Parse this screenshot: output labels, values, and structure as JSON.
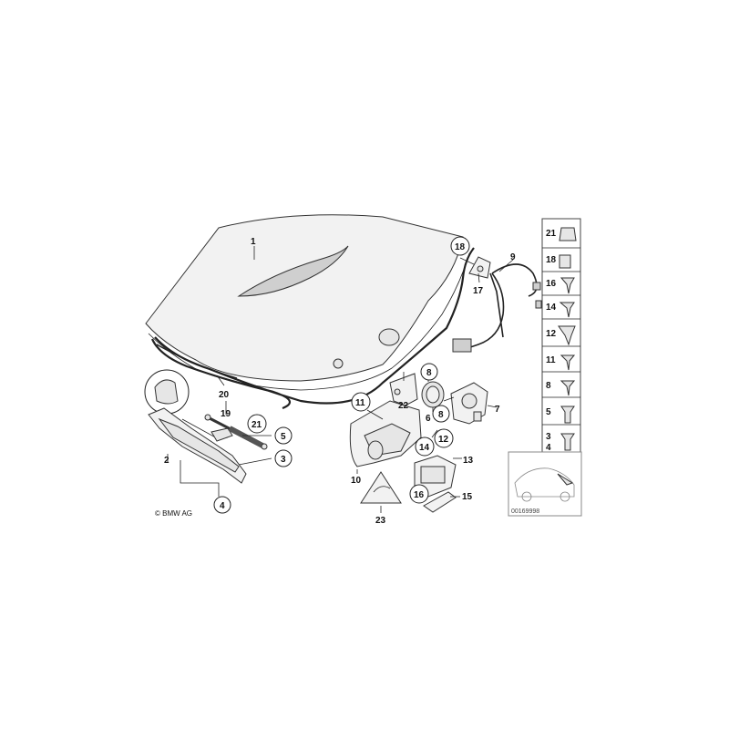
{
  "callouts": {
    "c1": "1",
    "c2": "2",
    "c3": "3",
    "c4": "4",
    "c5": "5",
    "c6": "6",
    "c7": "7",
    "c8a": "8",
    "c8b": "8",
    "c9": "9",
    "c10": "10",
    "c11": "11",
    "c12": "12",
    "c13": "13",
    "c14": "14",
    "c15": "15",
    "c16": "16",
    "c17": "17",
    "c18": "18",
    "c19": "19",
    "c20": "20",
    "c21": "21",
    "c22": "22",
    "c23": "23"
  },
  "fastener_column": [
    "21",
    "18",
    "16",
    "14",
    "12",
    "11",
    "8",
    "5",
    "3",
    "4"
  ],
  "copyright": "© BMW AG",
  "image_code": "00169998",
  "colors": {
    "line": "#222222",
    "fill": "#f2f2f2",
    "background": "#ffffff"
  }
}
